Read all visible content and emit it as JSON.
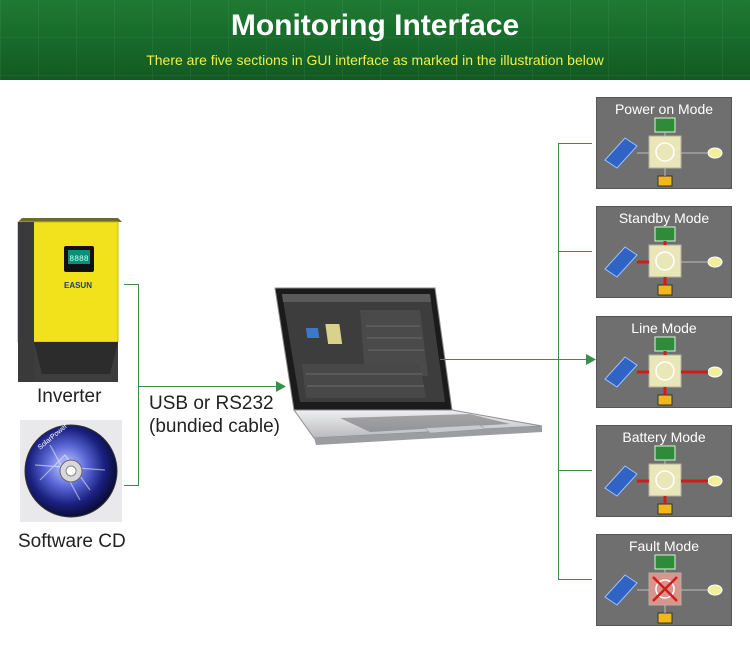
{
  "header": {
    "title": "Monitoring Interface",
    "subtitle": "There are five sections in GUI interface as marked in the illustration below"
  },
  "devices": {
    "inverter_label": "Inverter",
    "inverter_brand": "EASUN",
    "inverter_display": "8888",
    "cd_label": "Software CD",
    "cd_text": "SolarPower"
  },
  "connection": {
    "line1": "USB or RS232",
    "line2": "(bundied cable)"
  },
  "modes": [
    {
      "name": "Power on Mode",
      "state": "off"
    },
    {
      "name": "Standby Mode",
      "state": "standby"
    },
    {
      "name": "Line Mode",
      "state": "line"
    },
    {
      "name": "Battery Mode",
      "state": "battery"
    },
    {
      "name": "Fault Mode",
      "state": "fault"
    }
  ],
  "colors": {
    "header_green": "#17692a",
    "subtitle_yellow": "#f2ee4a",
    "connector_green": "#3a8e4c",
    "inverter_yellow": "#f2e21b",
    "mode_bg": "#6f6f6f",
    "flow_red": "#d21c1c"
  }
}
